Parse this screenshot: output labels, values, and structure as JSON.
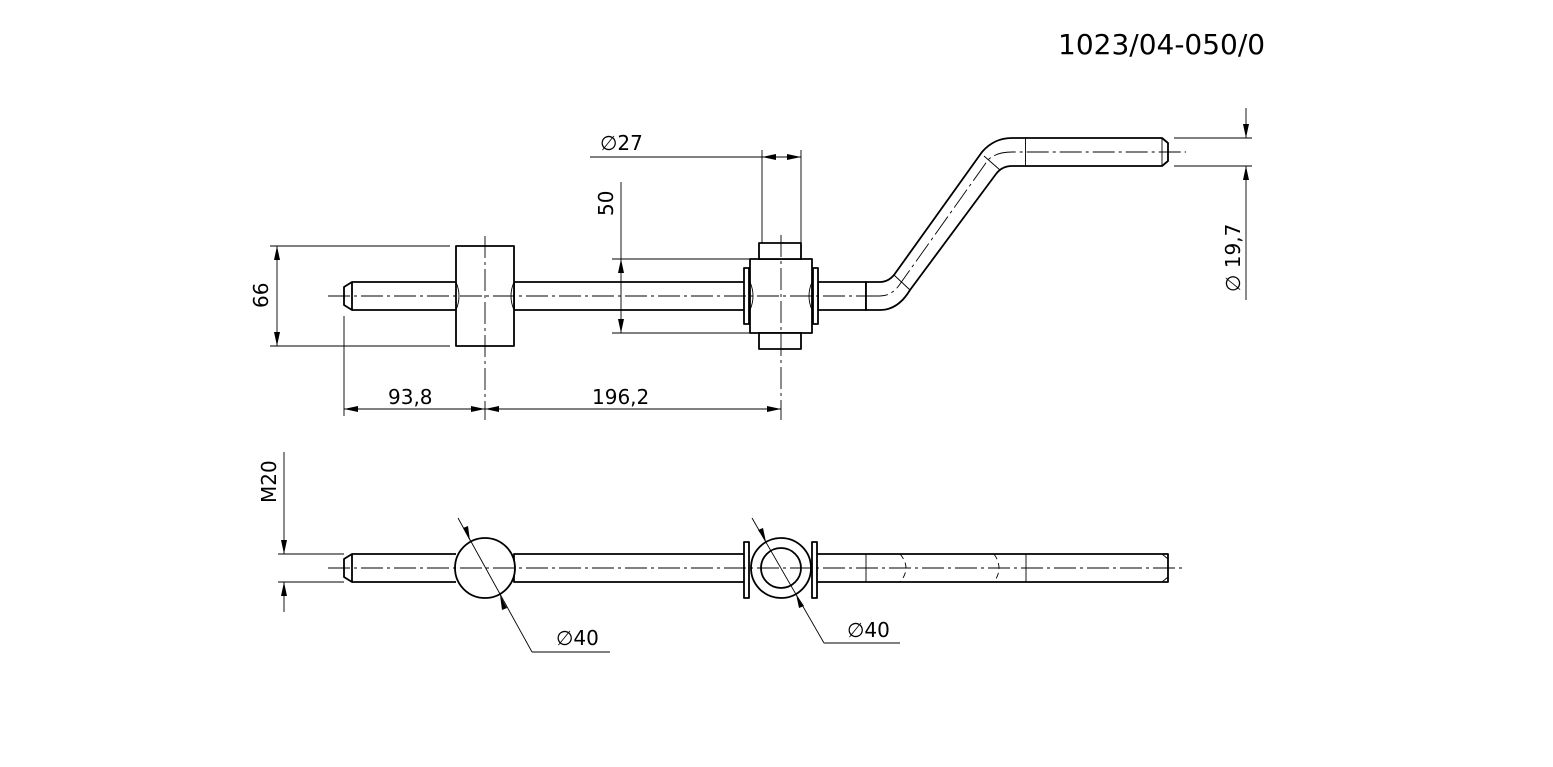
{
  "drawing_number": "1023/04-050/0",
  "dimensions": {
    "bar_diameter": "∅27",
    "height_50": "50",
    "height_66": "66",
    "length_93_8": "93,8",
    "length_196_2": "196,2",
    "end_diameter": "∅ 19,7",
    "thread": "M20",
    "ball_diameter": "∅40",
    "ring_diameter": "∅40"
  }
}
